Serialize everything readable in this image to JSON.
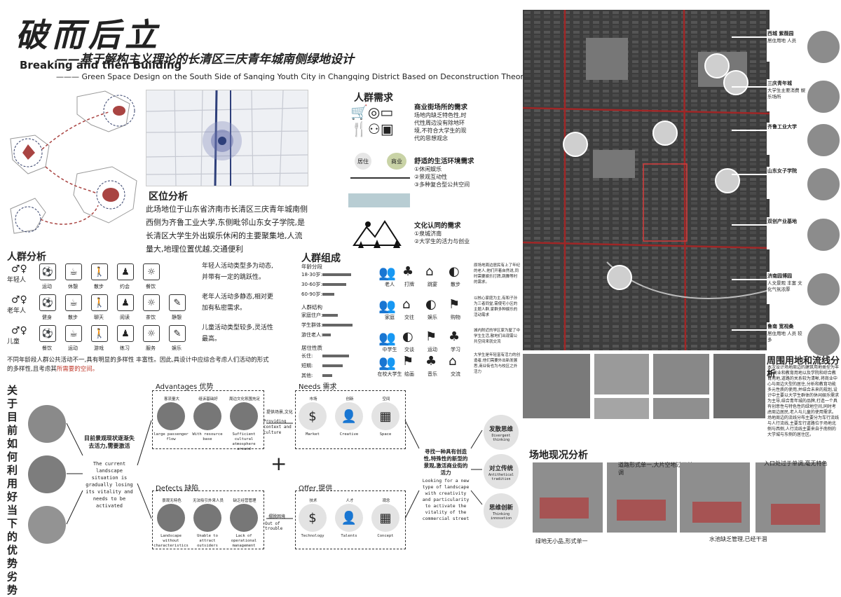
{
  "title": {
    "cn": "破而后立",
    "subtitle_cn": "——基于解构主义理论的长清区三庆青年城南侧绿地设计",
    "en": "Breaking and then Building",
    "subtitle_en": "——— Green Space Design on the South Side of Sanqing Youth City in Changqing District Based on Deconstruction Theory"
  },
  "location": {
    "heading": "区位分析",
    "text": "此场地位于山东省济南市长清区三庆青年城南侧西侧为齐鲁工业大学,东侧毗邻山东女子学院,是长清区大学生外出娱乐休闲的主要聚集地,人流量大,地理位置优越,交通便利"
  },
  "crowd_needs": {
    "heading": "人群需求",
    "sections": [
      {
        "title": "商业街场所的需求",
        "text": "场地内缺乏特色性,时代性周边没有除地环境,不符合大学生的现代的思想观念"
      },
      {
        "title": "舒适的生活环境需求",
        "items": [
          "①休闲娱乐",
          "②景观互动性",
          "③多种复合型公共空间"
        ],
        "tags": [
          "居住",
          "商业"
        ]
      },
      {
        "title": "文化认同的需求",
        "items": [
          "①泉城济南",
          "②大学生的活力与创业"
        ]
      }
    ]
  },
  "crowd_analysis": {
    "heading": "人群分析",
    "groups": [
      {
        "name": "年轻人",
        "acts": [
          "运动",
          "休憩",
          "散步",
          "约会",
          "餐饮"
        ],
        "note": "年轻人活动类型多为动态,并带有一定的跳跃性。"
      },
      {
        "name": "老年人",
        "acts": [
          "健身",
          "散步",
          "聊天",
          "阅读",
          "茶饮",
          "静憩"
        ],
        "note": "老年人活动多静态,相对更加有私密需求。"
      },
      {
        "name": "儿童",
        "acts": [
          "餐饮",
          "运动",
          "游戏",
          "练习",
          "服务",
          "娱乐"
        ],
        "note": "儿童活动类型较多,灵活性最高。"
      }
    ],
    "summary": "不同年龄段人群公共活动不一,具有明显的多样性 丰富性。因此,具设计中应综合考虑人们活动的形式的多样性,且考虑其",
    "summary_red": "所需要的空间。"
  },
  "composition": {
    "heading": "人群组成",
    "age_label": "年龄分段",
    "ages": [
      {
        "label": "18-30岁:",
        "v": 0.85
      },
      {
        "label": "30-60岁:",
        "v": 0.7
      },
      {
        "label": "60-90岁:",
        "v": 0.35
      }
    ],
    "struct_label": "人群结构",
    "structs": [
      {
        "label": "家庭住户:",
        "v": 0.45
      },
      {
        "label": "学生群体:",
        "v": 0.9
      },
      {
        "label": "游住老人:",
        "v": 0.25
      }
    ],
    "nature_label": "居住性质",
    "natures": [
      {
        "label": "长住:",
        "v": 0.8
      },
      {
        "label": "短期:",
        "v": 0.6
      },
      {
        "label": "其他:",
        "v": 0.3
      }
    ]
  },
  "groups_right": [
    {
      "name": "老人",
      "acts": [
        "打牌",
        "跳宴",
        "散步"
      ],
      "note": "原场地周边居民有上了年纪的老人,他们开着自然说,同时需要娱乐打牌,跳舞等时的需求。"
    },
    {
      "name": "家庭",
      "acts": [
        "交往",
        "娱乐",
        "购物"
      ],
      "note": "以核心家庭为主,有和子孙为三者同堂,需使宅小区的主题人群,家群多种娱乐的活动需求"
    },
    {
      "name": "中学生",
      "acts": [
        "交谈",
        "运动",
        "学习"
      ],
      "note": "城内附近的学区家为屋了中学生生活,散地们出现需公共空间来就交流"
    },
    {
      "name": "在校大学生",
      "acts": [
        "绘画",
        "音乐",
        "交流"
      ],
      "note": "大学生是年轻富有活力的创造者,他们需要外出新发展思,商业街也为与校区之外活力"
    }
  ],
  "flow": {
    "side_text": "关于目前如何利用好当下的优势劣势",
    "left_cn": "目前景观现状逐渐失去活力,需要激活",
    "left_en": "The current landscape situation is gradually losing its vitality and needs to be activated",
    "advantages": {
      "title": "Advantages 优势",
      "items": [
        {
          "cn": "客流量大",
          "en": "large passenger flow"
        },
        {
          "cn": "组诉基础好",
          "en": "With resource base"
        },
        {
          "cn": "周边文化氛围充足",
          "en": "Sufficient cultural atmosphere around"
        }
      ],
      "note_cn": "提供场景,文化",
      "note_en": "Providing context and culture"
    },
    "needs": {
      "title": "Needs 需求",
      "items": [
        {
          "cn": "市场",
          "en": "Market"
        },
        {
          "cn": "创新",
          "en": "Creative"
        },
        {
          "cn": "空间",
          "en": "Space"
        }
      ]
    },
    "defects": {
      "title": "Defects 缺陷",
      "items": [
        {
          "cn": "景观无特色",
          "en": "Landscape without characteristics"
        },
        {
          "cn": "无法吸引外来人员",
          "en": "Unable to attract outsiders"
        },
        {
          "cn": "缺乏经营管理",
          "en": "Lack of operational management"
        }
      ],
      "note_cn": "摆脱困境",
      "note_en": "Out of trouble"
    },
    "offer": {
      "title": "Offer 提供",
      "items": [
        {
          "cn": "技术",
          "en": "Technology"
        },
        {
          "cn": "人才",
          "en": "Talents"
        },
        {
          "cn": "观念",
          "en": "Concept"
        }
      ]
    },
    "plus": "+",
    "right_cn": "寻找一种具有创造性,特殊性的新型的景观,激活商业街的活力",
    "right_en": "Looking for a new type of landscape with creativity and particularity to activate the vitality of the commercial street",
    "thinking": [
      {
        "cn": "发散思维",
        "en": "Divergent thinking"
      },
      {
        "cn": "对立传统",
        "en": "Antithetical tradition"
      },
      {
        "cn": "思维创新",
        "en": "Thinking innovation"
      }
    ]
  },
  "map_labels": [
    {
      "title": "西城 紫薇园",
      "sub": "居住用地 人员"
    },
    {
      "title": "三庆青年城",
      "sub": "大学生主要消费 娱乐场所"
    },
    {
      "title": "齐鲁工业大学",
      "sub": ""
    },
    {
      "title": "山东女子学院",
      "sub": ""
    },
    {
      "title": "双创产业基地",
      "sub": ""
    },
    {
      "title": "济南园博园",
      "sub": "人文景观 丰富 文化气氛浓厚"
    },
    {
      "title": "鲁南 宽视桑",
      "sub": "居住用地 人员 较多"
    }
  ],
  "surrounding": {
    "heading": "周围用地和流线分析",
    "text": "本次设计场地周边的建筑用地类型为丰富,商业和教育用地以及学院和综合教育用地,道路的关系较为清晰,将商业中心与周边大型的居住,分析和教育功能多元性质的使用,并结合未来的规划,设计中主要以大学生群体的休闲娱乐需求为主导,结合青年城的品牌,打造一个具有创意性与特色性的绿地空间,同时考虑周边居民,老人与儿童的使用需求。场地周边的流线分布主要分为车行流线与人行流线,主要车行道路位于场地北侧与西侧,人行流线主要来自于南侧的大学城与东侧的居住区。"
  },
  "site": {
    "heading": "场地现况分析",
    "notes": [
      "绿地无小品,形式单一",
      "道路形式单一,大片空地过于单调",
      "水池缺乏管理,已经干涸",
      "入口处过于单调,毫无特色"
    ]
  }
}
